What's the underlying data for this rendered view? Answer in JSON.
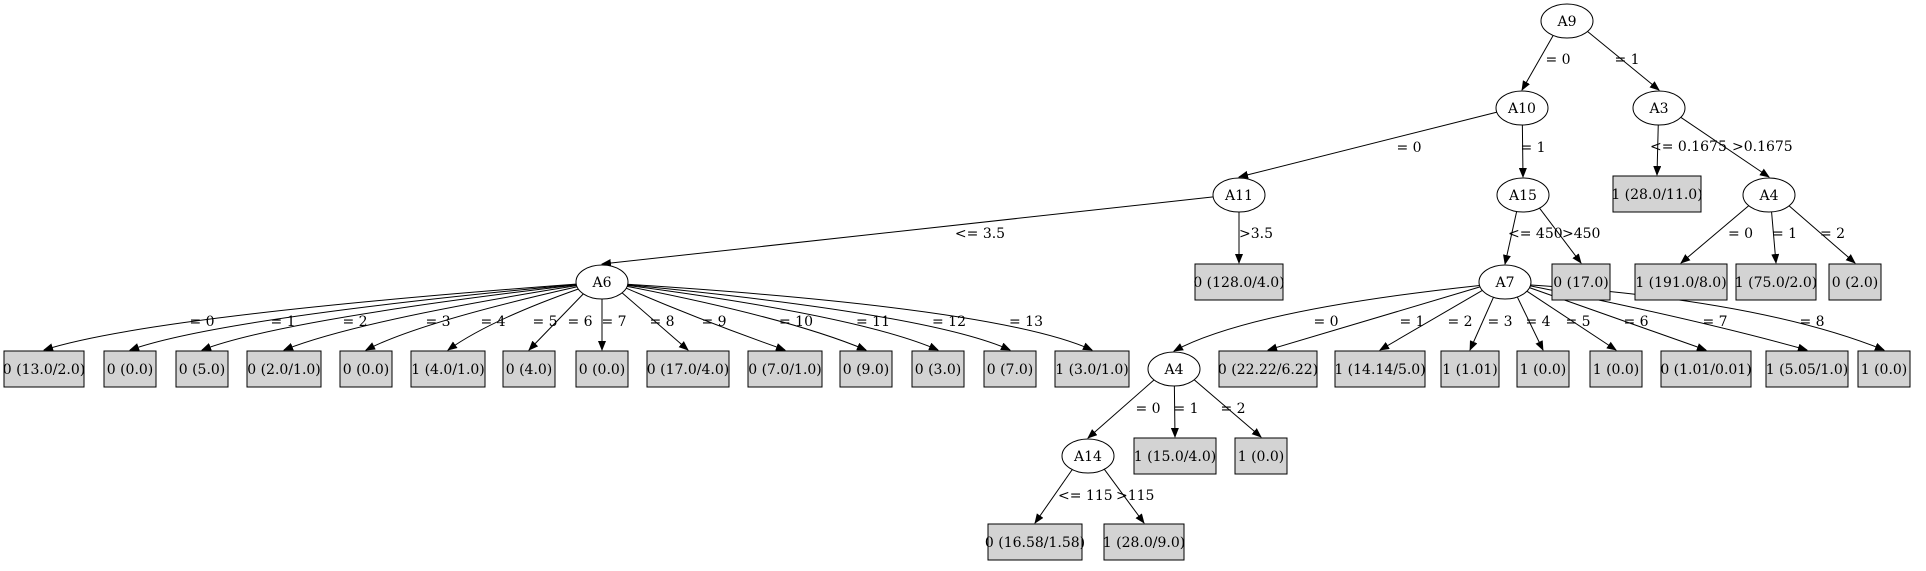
{
  "tree": {
    "nodes": [
      {
        "id": "A9",
        "label": "A9",
        "kind": "split"
      },
      {
        "id": "A10",
        "label": "A10",
        "kind": "split"
      },
      {
        "id": "A3",
        "label": "A3",
        "kind": "split"
      },
      {
        "id": "A11",
        "label": "A11",
        "kind": "split"
      },
      {
        "id": "A15",
        "label": "A15",
        "kind": "split"
      },
      {
        "id": "A4b",
        "label": "A4",
        "kind": "split"
      },
      {
        "id": "L_A3_1",
        "label": "1 (28.0/11.0)",
        "kind": "leaf"
      },
      {
        "id": "A6",
        "label": "A6",
        "kind": "split"
      },
      {
        "id": "L_A11_2",
        "label": "0 (128.0/4.0)",
        "kind": "leaf"
      },
      {
        "id": "A7",
        "label": "A7",
        "kind": "split"
      },
      {
        "id": "L_A15_2",
        "label": "0 (17.0)",
        "kind": "leaf"
      },
      {
        "id": "L_A4b_0",
        "label": "1 (191.0/8.0)",
        "kind": "leaf"
      },
      {
        "id": "L_A4b_1",
        "label": "1 (75.0/2.0)",
        "kind": "leaf"
      },
      {
        "id": "L_A4b_2",
        "label": "0 (2.0)",
        "kind": "leaf"
      },
      {
        "id": "L_A6_0",
        "label": "0 (13.0/2.0)",
        "kind": "leaf"
      },
      {
        "id": "L_A6_1",
        "label": "0 (0.0)",
        "kind": "leaf"
      },
      {
        "id": "L_A6_2",
        "label": "0 (5.0)",
        "kind": "leaf"
      },
      {
        "id": "L_A6_3",
        "label": "0 (2.0/1.0)",
        "kind": "leaf"
      },
      {
        "id": "L_A6_4",
        "label": "0 (0.0)",
        "kind": "leaf"
      },
      {
        "id": "L_A6_5",
        "label": "1 (4.0/1.0)",
        "kind": "leaf"
      },
      {
        "id": "L_A6_6",
        "label": "0 (4.0)",
        "kind": "leaf"
      },
      {
        "id": "L_A6_7",
        "label": "0 (0.0)",
        "kind": "leaf"
      },
      {
        "id": "L_A6_8",
        "label": "0 (17.0/4.0)",
        "kind": "leaf"
      },
      {
        "id": "L_A6_9",
        "label": "0 (7.0/1.0)",
        "kind": "leaf"
      },
      {
        "id": "L_A6_10",
        "label": "0 (9.0)",
        "kind": "leaf"
      },
      {
        "id": "L_A6_11",
        "label": "0 (3.0)",
        "kind": "leaf"
      },
      {
        "id": "L_A6_12",
        "label": "0 (7.0)",
        "kind": "leaf"
      },
      {
        "id": "L_A6_13",
        "label": "1 (3.0/1.0)",
        "kind": "leaf"
      },
      {
        "id": "A4a",
        "label": "A4",
        "kind": "split"
      },
      {
        "id": "L_A7_1",
        "label": "0 (22.22/6.22)",
        "kind": "leaf"
      },
      {
        "id": "L_A7_2",
        "label": "1 (14.14/5.0)",
        "kind": "leaf"
      },
      {
        "id": "L_A7_3",
        "label": "1 (1.01)",
        "kind": "leaf"
      },
      {
        "id": "L_A7_4",
        "label": "1 (0.0)",
        "kind": "leaf"
      },
      {
        "id": "L_A7_5",
        "label": "1 (0.0)",
        "kind": "leaf"
      },
      {
        "id": "L_A7_6",
        "label": "0 (1.01/0.01)",
        "kind": "leaf"
      },
      {
        "id": "L_A7_7",
        "label": "1 (5.05/1.0)",
        "kind": "leaf"
      },
      {
        "id": "L_A7_8",
        "label": "1 (0.0)",
        "kind": "leaf"
      },
      {
        "id": "A14",
        "label": "A14",
        "kind": "split"
      },
      {
        "id": "L_A4a_1",
        "label": "1 (15.0/4.0)",
        "kind": "leaf"
      },
      {
        "id": "L_A4a_2",
        "label": "1 (0.0)",
        "kind": "leaf"
      },
      {
        "id": "L_A14_1",
        "label": "0 (16.58/1.58)",
        "kind": "leaf"
      },
      {
        "id": "L_A14_2",
        "label": "1 (28.0/9.0)",
        "kind": "leaf"
      }
    ],
    "edges": [
      {
        "from": "A9",
        "to": "A10",
        "label": "= 0"
      },
      {
        "from": "A9",
        "to": "A3",
        "label": "= 1"
      },
      {
        "from": "A10",
        "to": "A11",
        "label": "= 0"
      },
      {
        "from": "A10",
        "to": "A15",
        "label": "= 1"
      },
      {
        "from": "A3",
        "to": "L_A3_1",
        "label": "<= 0.1675"
      },
      {
        "from": "A3",
        "to": "A4b",
        "label": ">0.1675"
      },
      {
        "from": "A11",
        "to": "A6",
        "label": "<= 3.5"
      },
      {
        "from": "A11",
        "to": "L_A11_2",
        "label": ">3.5"
      },
      {
        "from": "A15",
        "to": "A7",
        "label": "<= 450"
      },
      {
        "from": "A15",
        "to": "L_A15_2",
        "label": ">450"
      },
      {
        "from": "A4b",
        "to": "L_A4b_0",
        "label": "= 0"
      },
      {
        "from": "A4b",
        "to": "L_A4b_1",
        "label": "= 1"
      },
      {
        "from": "A4b",
        "to": "L_A4b_2",
        "label": "= 2"
      },
      {
        "from": "A6",
        "to": "L_A6_0",
        "label": "= 0"
      },
      {
        "from": "A6",
        "to": "L_A6_1",
        "label": "= 1"
      },
      {
        "from": "A6",
        "to": "L_A6_2",
        "label": "= 2"
      },
      {
        "from": "A6",
        "to": "L_A6_3",
        "label": "= 3"
      },
      {
        "from": "A6",
        "to": "L_A6_4",
        "label": "= 4"
      },
      {
        "from": "A6",
        "to": "L_A6_5",
        "label": "= 5"
      },
      {
        "from": "A6",
        "to": "L_A6_6",
        "label": "= 6"
      },
      {
        "from": "A6",
        "to": "L_A6_7",
        "label": "= 7"
      },
      {
        "from": "A6",
        "to": "L_A6_8",
        "label": "= 8"
      },
      {
        "from": "A6",
        "to": "L_A6_9",
        "label": "= 9"
      },
      {
        "from": "A6",
        "to": "L_A6_10",
        "label": "= 10"
      },
      {
        "from": "A6",
        "to": "L_A6_11",
        "label": "= 11"
      },
      {
        "from": "A6",
        "to": "L_A6_12",
        "label": "= 12"
      },
      {
        "from": "A6",
        "to": "L_A6_13",
        "label": "= 13"
      },
      {
        "from": "A7",
        "to": "A4a",
        "label": "= 0"
      },
      {
        "from": "A7",
        "to": "L_A7_1",
        "label": "= 1"
      },
      {
        "from": "A7",
        "to": "L_A7_2",
        "label": "= 2"
      },
      {
        "from": "A7",
        "to": "L_A7_3",
        "label": "= 3"
      },
      {
        "from": "A7",
        "to": "L_A7_4",
        "label": "= 4"
      },
      {
        "from": "A7",
        "to": "L_A7_5",
        "label": "= 5"
      },
      {
        "from": "A7",
        "to": "L_A7_6",
        "label": "= 6"
      },
      {
        "from": "A7",
        "to": "L_A7_7",
        "label": "= 7"
      },
      {
        "from": "A7",
        "to": "L_A7_8",
        "label": "= 8"
      },
      {
        "from": "A4a",
        "to": "A14",
        "label": "= 0"
      },
      {
        "from": "A4a",
        "to": "L_A4a_1",
        "label": "= 1"
      },
      {
        "from": "A4a",
        "to": "L_A4a_2",
        "label": "= 2"
      },
      {
        "from": "A14",
        "to": "L_A14_1",
        "label": "<= 115"
      },
      {
        "from": "A14",
        "to": "L_A14_2",
        "label": ">115"
      }
    ],
    "colors": {
      "leaf_fill": "#d3d3d3",
      "node_fill": "#ffffff",
      "stroke": "#000000"
    }
  }
}
